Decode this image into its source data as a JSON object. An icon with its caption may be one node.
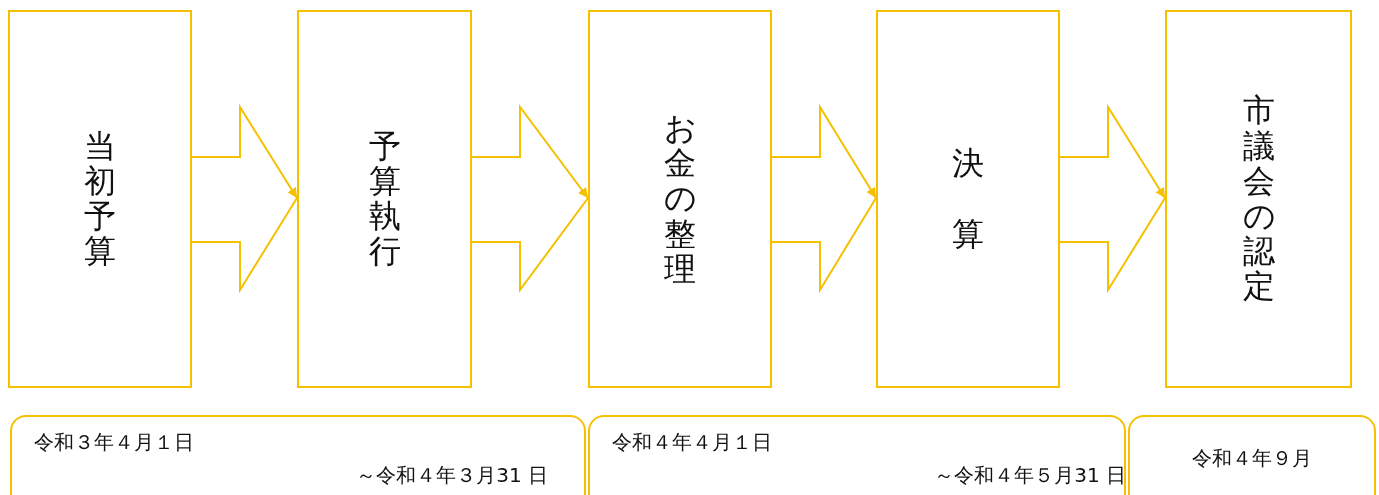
{
  "diagram": {
    "nodes": [
      {
        "text": [
          "当初予算"
        ]
      },
      {
        "text": [
          "予算執行"
        ]
      },
      {
        "text": [
          "お金の整理"
        ]
      },
      {
        "text": [
          "決",
          "算"
        ]
      },
      {
        "text": [
          "市議会の認定"
        ]
      },
      {
        "text": [
          "令和３年４月１日",
          "～令和４年３月31 日"
        ]
      },
      {
        "text": [
          "令和４年４月１日",
          "～令和４年５月31 日"
        ]
      },
      {
        "text": [
          "令和４年９月"
        ]
      }
    ],
    "edges": [
      {
        "from": 0,
        "to": 1,
        "arrow": "to"
      },
      {
        "from": 1,
        "to": 2,
        "arrow": "to"
      },
      {
        "from": 2,
        "to": 3,
        "arrow": "to"
      },
      {
        "from": 3,
        "to": 4,
        "arrow": "to"
      }
    ]
  }
}
